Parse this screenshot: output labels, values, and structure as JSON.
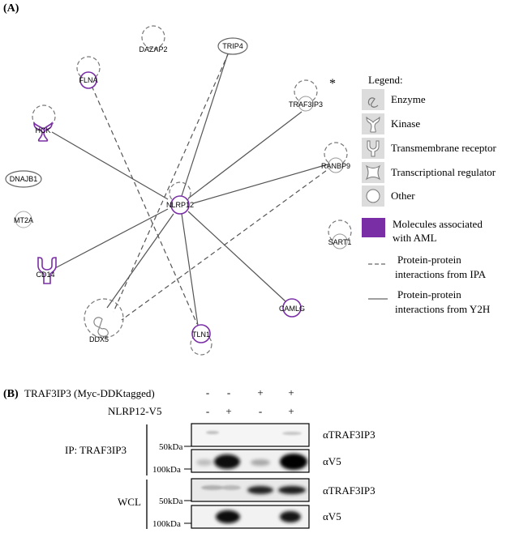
{
  "panel_a": {
    "label": "(A)",
    "asterisk": "*",
    "nodes": {
      "dazap2": "DAZAP2",
      "trip4": "TRIP4",
      "flna": "FLNA",
      "traf3ip3": "TRAF3IP3",
      "hck": "HCK",
      "ranbp9": "RANBP9",
      "dnajb1": "DNAJB1",
      "nlrp12": "NLRP12",
      "mt2a": "MT2A",
      "sart1": "SART1",
      "cd14": "CD14",
      "camlg": "CAMLG",
      "ddx5": "DDX5",
      "tln1": "TLN1"
    },
    "legend": {
      "title": "Legend:",
      "enzyme": "Enzyme",
      "kinase": "Kinase",
      "receptor": "Transmembrane receptor",
      "regulator": "Transcriptional  regulator",
      "other": "Other",
      "aml_1": "Molecules associated",
      "aml_2": "with AML",
      "ipa_1": "Protein-protein",
      "ipa_2": "interactions from IPA",
      "y2h_1": "Protein-protein",
      "y2h_2": "interactions from Y2H"
    },
    "colors": {
      "aml": "#7a2ea6",
      "edge": "#555555",
      "node": "#888888"
    }
  },
  "panel_b": {
    "label": "(B)",
    "row1_label": "TRAF3IP3 (Myc-DDKtagged)",
    "row2_label": "NLRP12-V5",
    "row1_signs": [
      "-",
      "-",
      "+",
      "+"
    ],
    "row2_signs": [
      "-",
      "+",
      "-",
      "+"
    ],
    "ip_label": "IP: TRAF3IP3",
    "wcl_label": "WCL",
    "mw_50": "50kDa",
    "mw_100": "100kDa",
    "mw_50b": "50kDa",
    "mw_100b": "100kDa",
    "blot1": "αTRAF3IP3",
    "blot2": "αV5",
    "blot3": "αTRAF3IP3",
    "blot4": "αV5"
  }
}
